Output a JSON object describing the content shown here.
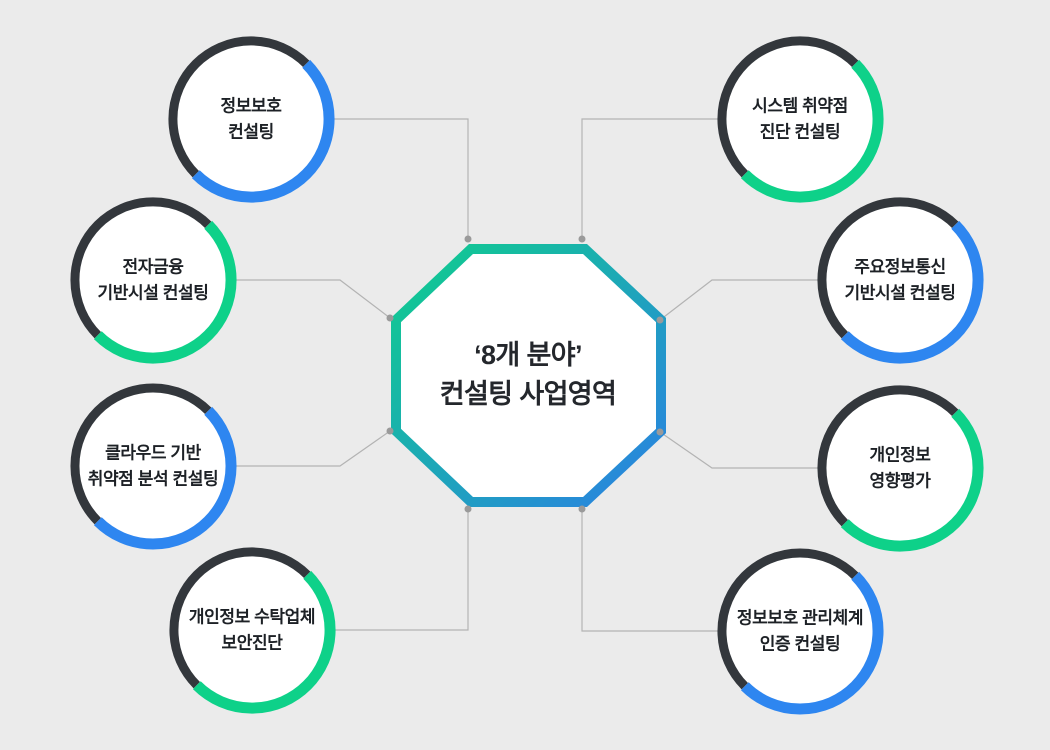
{
  "page": {
    "background_color": "#ebebeb",
    "description_title": "8-area consulting business domain diagram"
  },
  "colors": {
    "ring_dark": "#33373c",
    "accent_blue": "#2e86f0",
    "accent_green": "#0ed189",
    "octagon_gradient_start": "#0fce8c",
    "octagon_gradient_end": "#2b80e4",
    "octagon_fill": "#ffffff",
    "node_fill": "#ffffff",
    "connector_line": "#b3b3b3",
    "connector_dot": "#9a9a9a",
    "text": "#1d2126"
  },
  "center": {
    "line1": "‘8개 분야’",
    "line2": "컨설팅 사업영역"
  },
  "nodes": [
    {
      "id": "info-security-consulting",
      "line1": "정보보호",
      "line2": "컨설팅",
      "accent": "blue"
    },
    {
      "id": "system-vulnerability-diagnosis",
      "line1": "시스템 취약점",
      "line2": "진단 컨설팅",
      "accent": "green"
    },
    {
      "id": "electronic-finance-infrastructure",
      "line1": "전자금융",
      "line2": "기반시설 컨설팅",
      "accent": "green"
    },
    {
      "id": "critical-info-comm-infrastructure",
      "line1": "주요정보통신",
      "line2": "기반시설 컨설팅",
      "accent": "blue"
    },
    {
      "id": "cloud-vulnerability-analysis",
      "line1": "클라우드 기반",
      "line2": "취약점 분석 컨설팅",
      "accent": "blue"
    },
    {
      "id": "personal-info-impact-assessment",
      "line1": "개인정보",
      "line2": "영향평가",
      "accent": "green"
    },
    {
      "id": "personal-info-trustee-security-diagnosis",
      "line1": "개인정보 수탁업체",
      "line2": "보안진단",
      "accent": "green"
    },
    {
      "id": "isms-certification-consulting",
      "line1": "정보보호 관리체계",
      "line2": "인증 컨설팅",
      "accent": "blue"
    }
  ]
}
